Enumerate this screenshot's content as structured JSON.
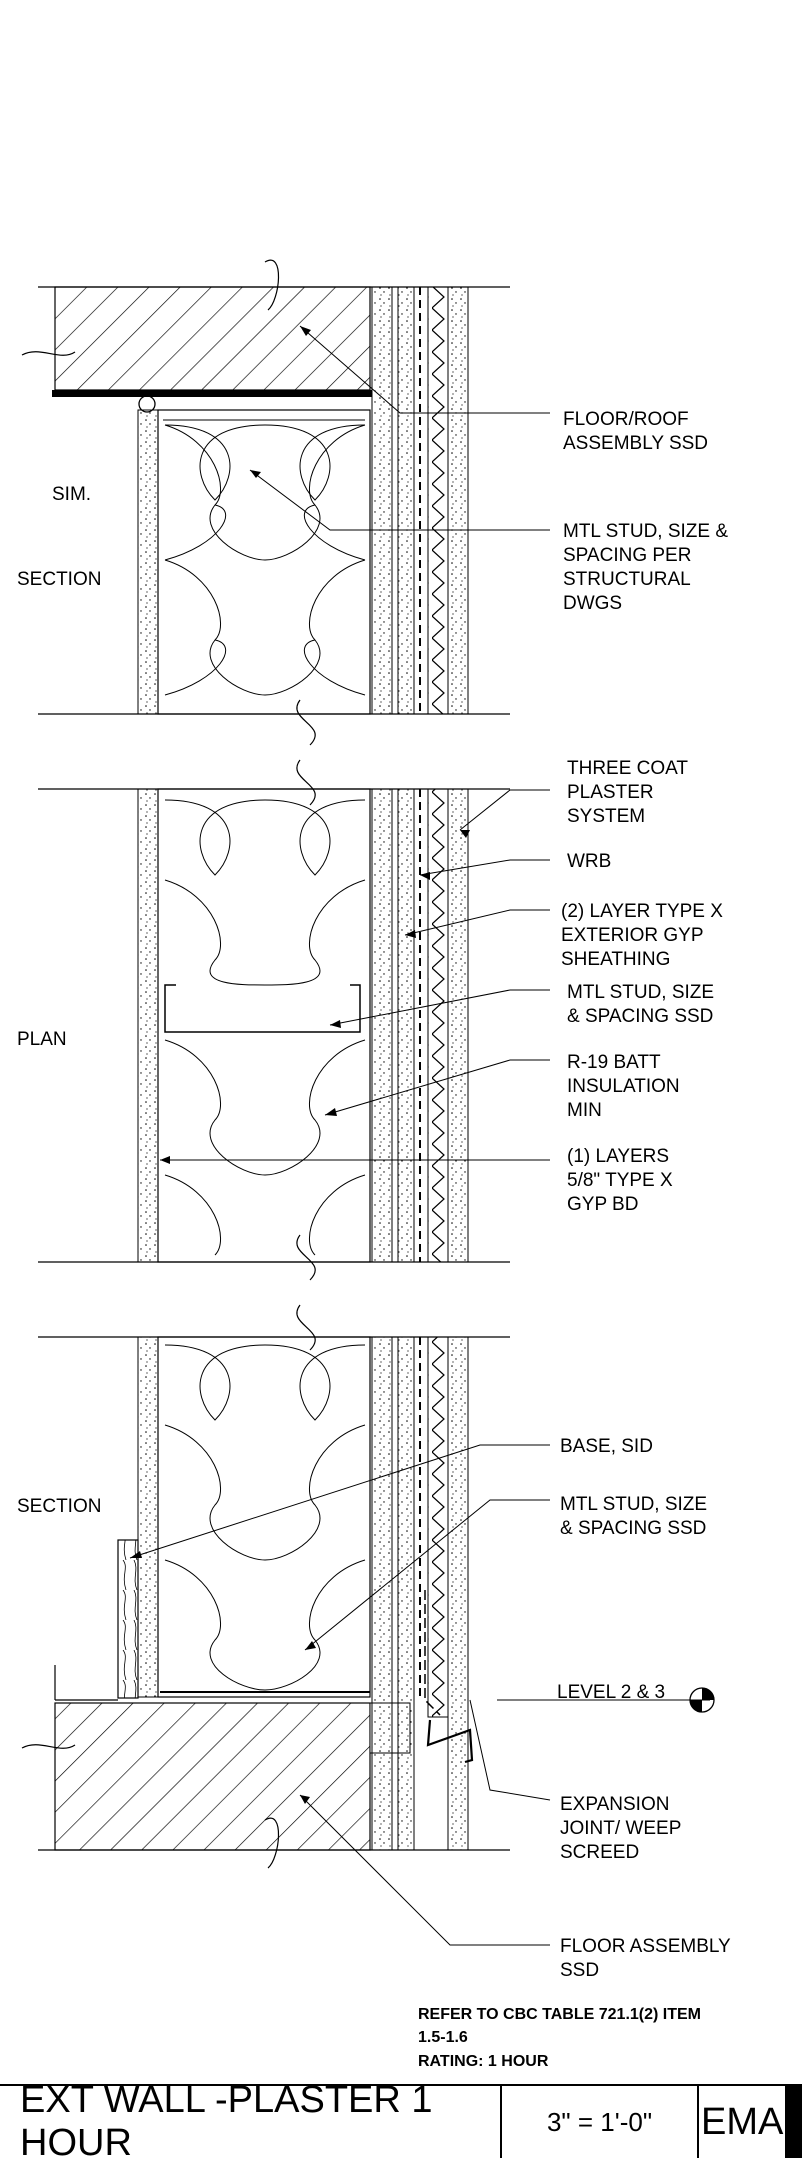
{
  "section_labels": {
    "top_sim": "SIM.",
    "top_section": "SECTION",
    "plan": "PLAN",
    "bottom_section": "SECTION"
  },
  "callouts": {
    "floor_roof": [
      "FLOOR/ROOF",
      "ASSEMBLY SSD"
    ],
    "mtl_stud_top": [
      "MTL STUD, SIZE &",
      "SPACING PER",
      "STRUCTURAL",
      "DWGS"
    ],
    "three_coat": [
      "THREE COAT",
      "PLASTER",
      "SYSTEM"
    ],
    "wrb": [
      "WRB"
    ],
    "exterior_gyp": [
      "(2) LAYER TYPE X",
      "EXTERIOR GYP",
      "SHEATHING"
    ],
    "mtl_stud_plan": [
      "MTL STUD, SIZE",
      "& SPACING SSD"
    ],
    "batt": [
      "R-19  BATT",
      "INSULATION",
      "MIN"
    ],
    "gyp_bd": [
      "(1) LAYERS",
      "5/8\" TYPE X",
      "GYP BD"
    ],
    "base": [
      "BASE, SID"
    ],
    "mtl_stud_bottom": [
      "MTL STUD, SIZE",
      "& SPACING SSD"
    ],
    "level": [
      "LEVEL 2 & 3"
    ],
    "expansion": [
      "EXPANSION",
      "JOINT/ WEEP",
      "SCREED"
    ],
    "floor_assembly": [
      "FLOOR ASSEMBLY",
      "SSD"
    ]
  },
  "notes": [
    "REFER TO CBC TABLE 721.1(2) ITEM",
    "1.5-1.6",
    "RATING: 1 HOUR"
  ],
  "title_block": {
    "title": "EXT WALL -PLASTER 1 HOUR",
    "scale": "3\" = 1'-0\"",
    "detail_id": "EMA"
  }
}
